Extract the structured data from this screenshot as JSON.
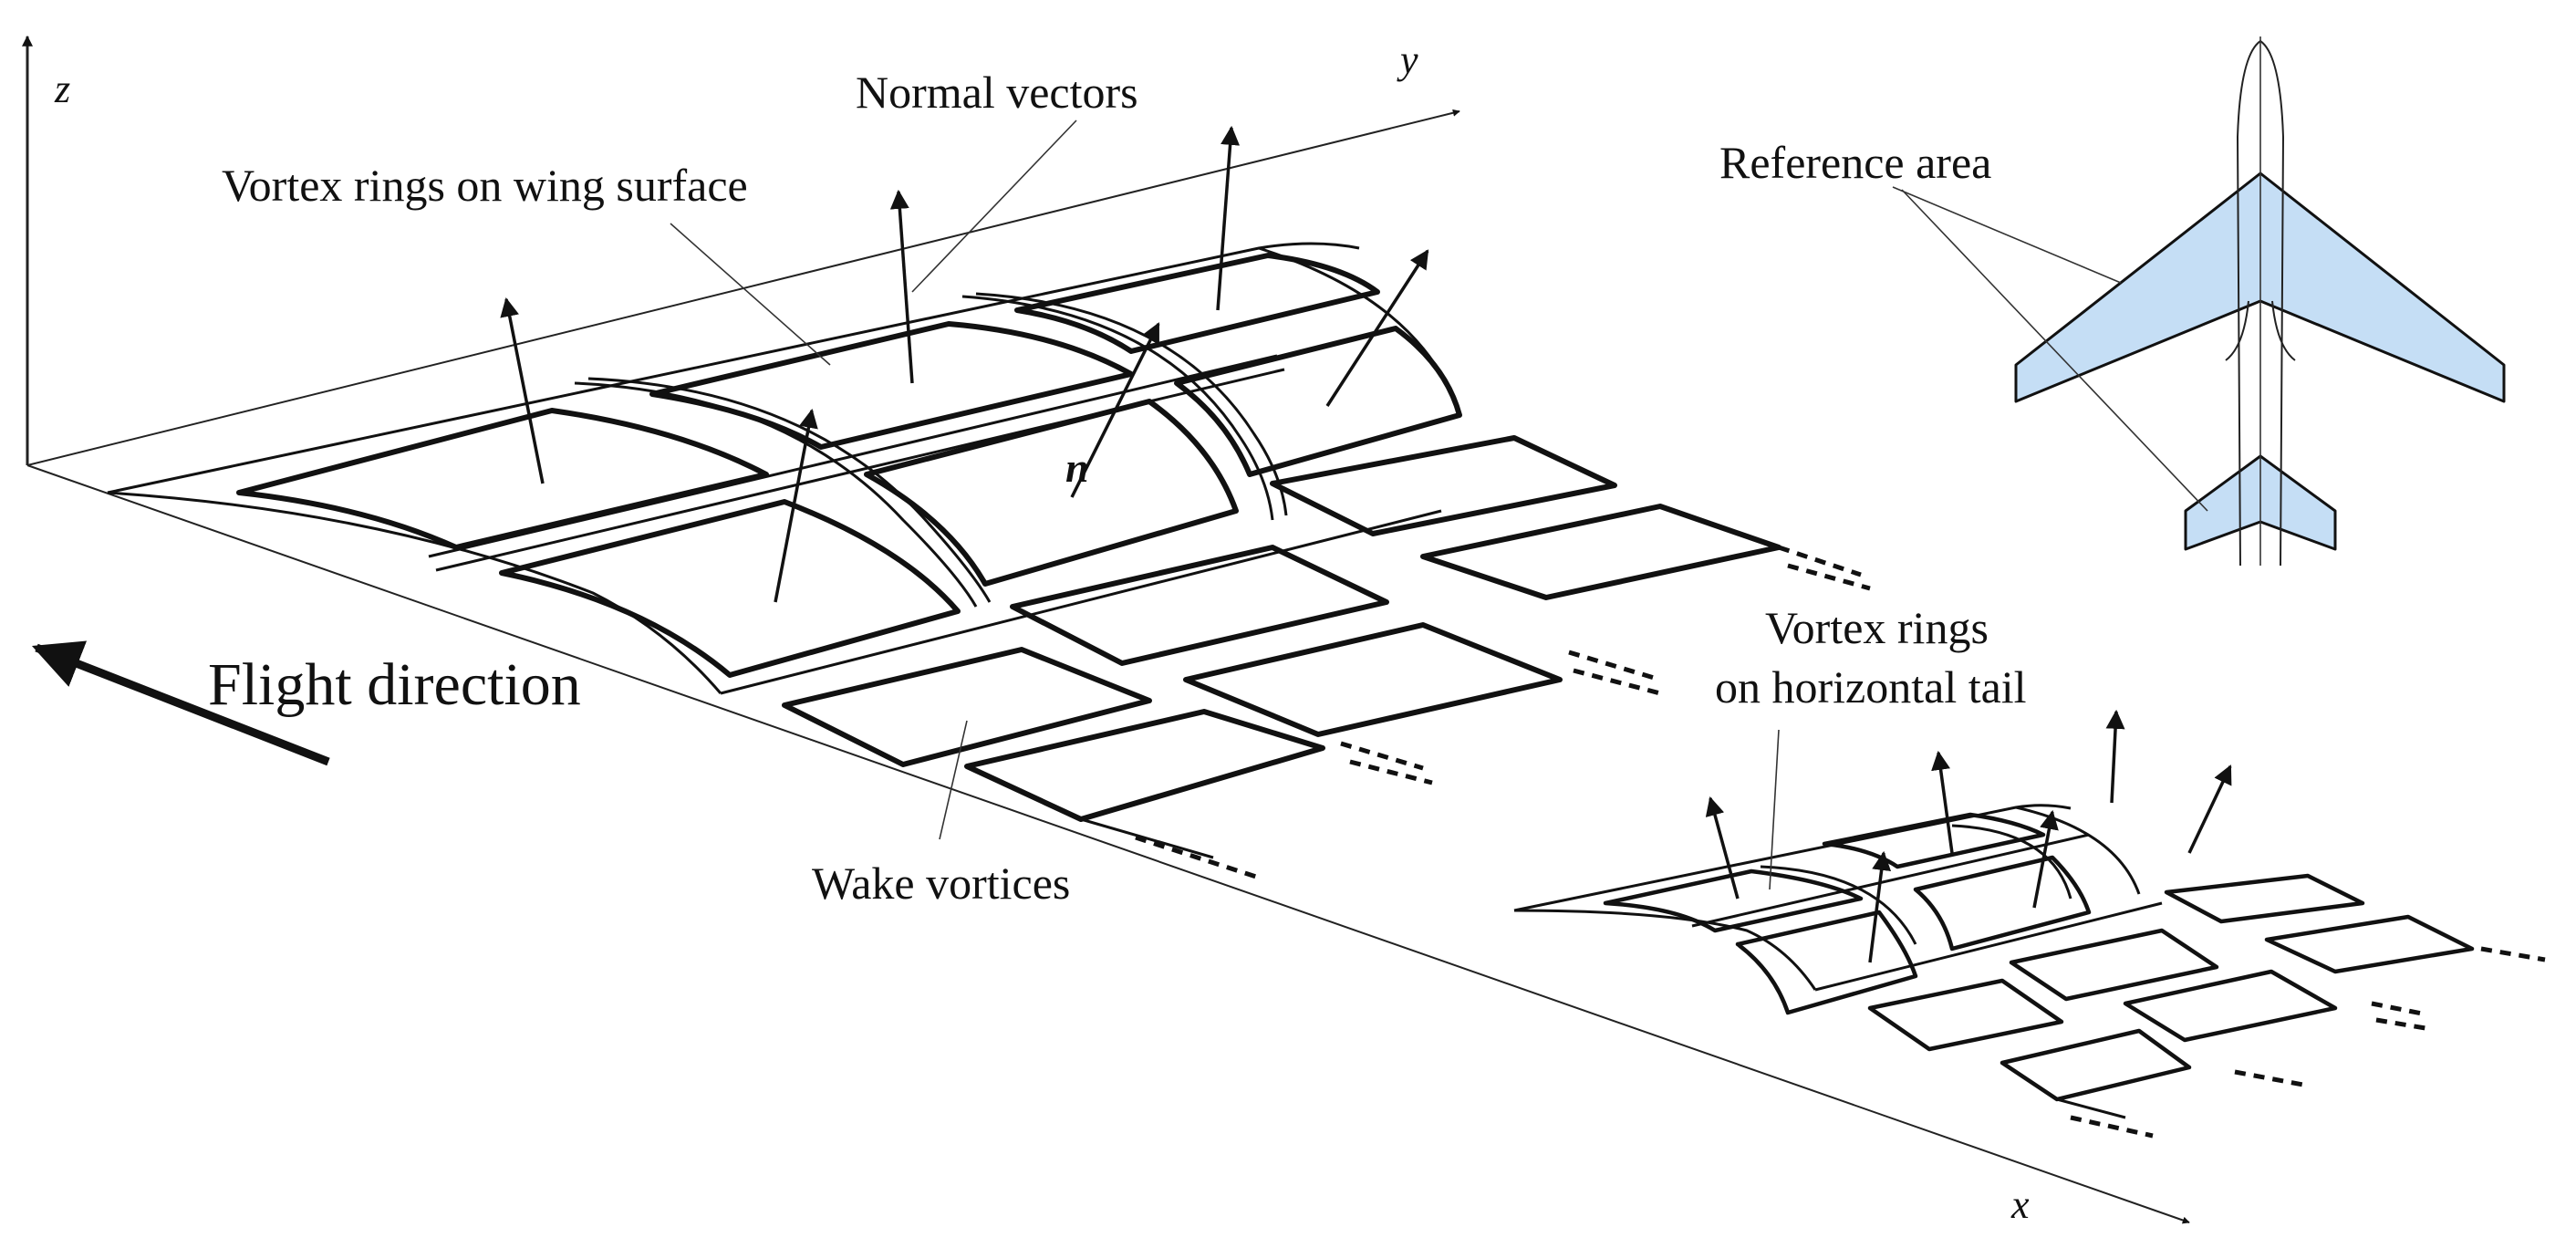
{
  "labels": {
    "z_axis": "z",
    "y_axis": "y",
    "x_axis": "x",
    "normal_vectors": "Normal vectors",
    "vortex_rings_wing": "Vortex rings on wing surface",
    "normal_symbol": "n",
    "flight_direction": "Flight direction",
    "wake_vortices": "Wake vortices",
    "reference_area": "Reference area",
    "vortex_rings_tail_line1": "Vortex rings",
    "vortex_rings_tail_line2": "on horizontal tail"
  },
  "colors": {
    "reference_area_fill": "#c5def5",
    "line": "#111111",
    "background": "#ffffff"
  }
}
